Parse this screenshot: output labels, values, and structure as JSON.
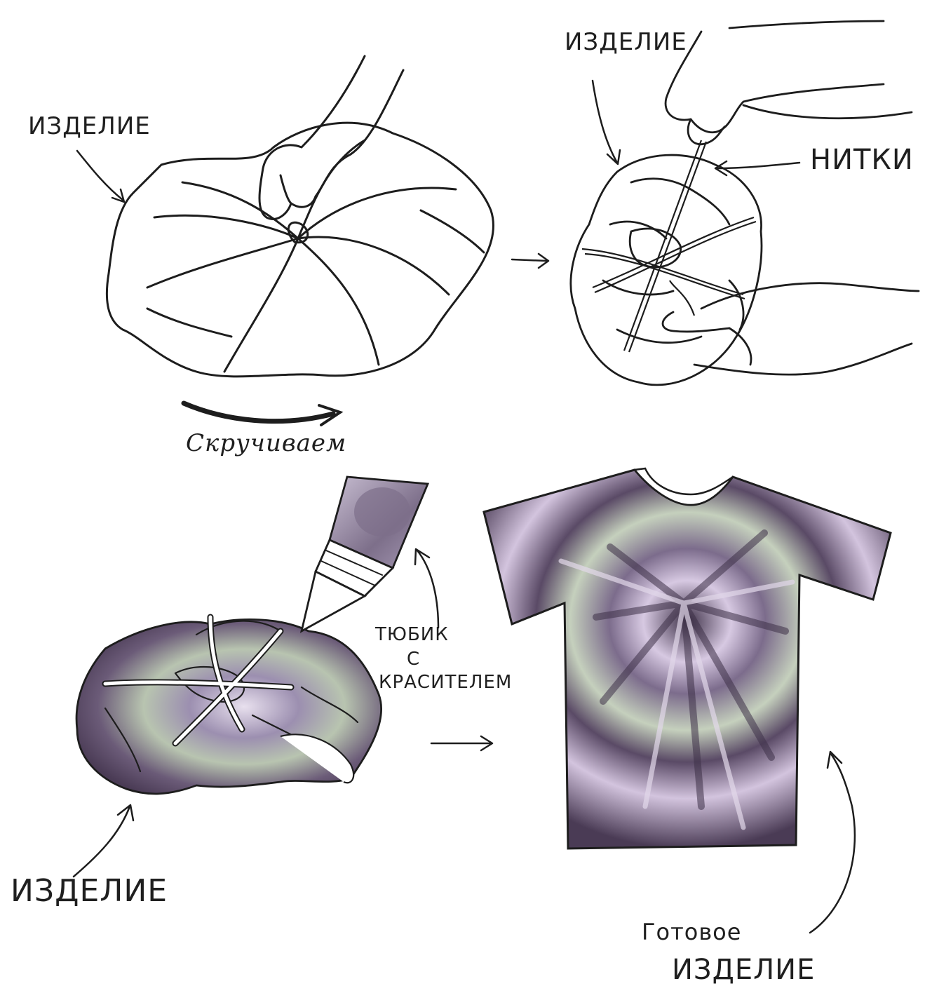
{
  "palette": {
    "ink": "#1d1d1d",
    "paper": "#ffffff",
    "dye_dark": "#3e3148",
    "dye_purple": "#9c8fb0",
    "dye_lilac": "#d7c9e2",
    "dye_sage": "#b8c4b0"
  },
  "steps": [
    {
      "id": "twist",
      "labels": {
        "item": "ИЗДЕЛИЕ",
        "action": "Скручиваем"
      },
      "icons": [
        "twisted-fabric-icon",
        "hand-icon",
        "curved-arrow-icon"
      ]
    },
    {
      "id": "tie",
      "labels": {
        "item": "ИЗДЕЛИЕ",
        "threads": "НИТКИ"
      },
      "icons": [
        "tied-fabric-icon",
        "hands-icon",
        "thread-icon"
      ]
    },
    {
      "id": "dye",
      "labels": {
        "tube_line1": "ТЮБИК",
        "tube_line2": "С",
        "tube_line3": "КРАСИТЕЛЕМ",
        "item": "ИЗДЕЛИЕ"
      },
      "icons": [
        "dye-tube-icon",
        "dyed-fabric-icon"
      ]
    },
    {
      "id": "result",
      "labels": {
        "line1": "Готовое",
        "line2": "ИЗДЕЛИЕ"
      },
      "icons": [
        "tie-dye-tshirt-icon"
      ]
    }
  ]
}
